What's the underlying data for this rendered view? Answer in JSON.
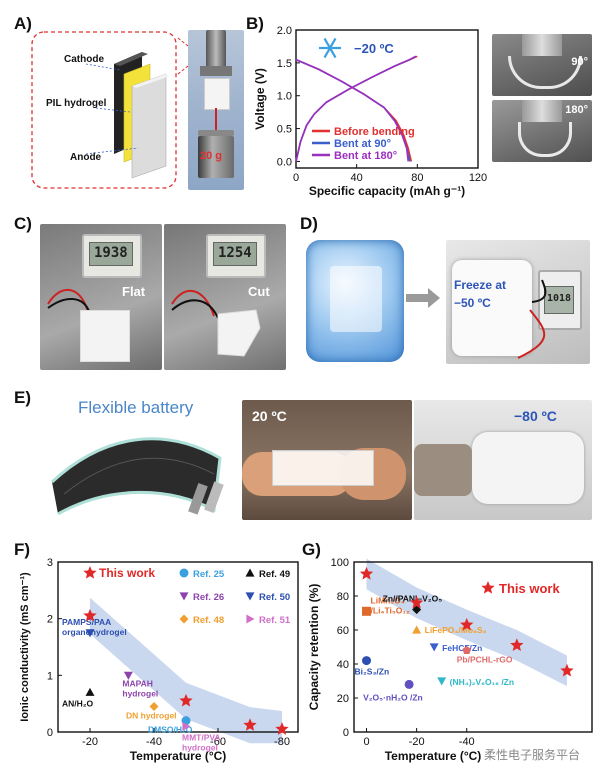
{
  "panels": {
    "a": {
      "label": "A)",
      "cathode": "Cathode",
      "pil": "PIL hydrogel",
      "anode": "Anode",
      "weight": "20 g"
    },
    "b": {
      "label": "B)",
      "temp": "−20 ºC",
      "angle90": "90°",
      "angle180": "180°"
    },
    "c": {
      "label": "C)",
      "flat": "Flat",
      "cut": "Cut",
      "lcd1": "1938",
      "lcd2": "1254"
    },
    "d": {
      "label": "D)",
      "freeze_line1": "Freeze at",
      "freeze_line2": "−50 ºC",
      "lcd": "1018"
    },
    "e": {
      "label": "E)",
      "flex": "Flexible battery",
      "t1": "20 ºC",
      "t2": "−80 ºC"
    },
    "f": {
      "label": "F)"
    },
    "g": {
      "label": "G)"
    }
  },
  "watermark": "柔性电子服务平台",
  "chart_data": [
    {
      "id": "B",
      "type": "line",
      "title": "",
      "xlabel": "Specific capacity (mAh g⁻¹)",
      "ylabel": "Voltage (V)",
      "xlim": [
        0,
        120
      ],
      "ylim": [
        -0.1,
        2.0
      ],
      "xticks": [
        0,
        40,
        80,
        120
      ],
      "yticks": [
        0.0,
        0.5,
        1.0,
        1.5,
        2.0
      ],
      "colors": [
        "#e03030",
        "#3a5fcd",
        "#9b30c0"
      ],
      "series": [
        {
          "name": "Before bending",
          "charge": [
            [
              0,
              0.0
            ],
            [
              3,
              0.3
            ],
            [
              7,
              0.55
            ],
            [
              12,
              0.72
            ],
            [
              20,
              0.9
            ],
            [
              35,
              1.1
            ],
            [
              50,
              1.28
            ],
            [
              65,
              1.45
            ],
            [
              75,
              1.55
            ],
            [
              80,
              1.6
            ]
          ],
          "discharge": [
            [
              0,
              1.55
            ],
            [
              5,
              1.5
            ],
            [
              15,
              1.4
            ],
            [
              30,
              1.22
            ],
            [
              45,
              1.02
            ],
            [
              58,
              0.82
            ],
            [
              66,
              0.62
            ],
            [
              71,
              0.4
            ],
            [
              74,
              0.2
            ],
            [
              76,
              0.0
            ]
          ]
        },
        {
          "name": "Bent at 90°",
          "charge": [
            [
              0,
              0.0
            ],
            [
              3,
              0.3
            ],
            [
              7,
              0.55
            ],
            [
              12,
              0.72
            ],
            [
              20,
              0.9
            ],
            [
              35,
              1.1
            ],
            [
              50,
              1.28
            ],
            [
              65,
              1.45
            ],
            [
              75,
              1.55
            ],
            [
              79,
              1.6
            ]
          ],
          "discharge": [
            [
              0,
              1.55
            ],
            [
              5,
              1.5
            ],
            [
              15,
              1.4
            ],
            [
              30,
              1.22
            ],
            [
              45,
              1.02
            ],
            [
              58,
              0.82
            ],
            [
              65,
              0.62
            ],
            [
              70,
              0.4
            ],
            [
              73,
              0.2
            ],
            [
              75,
              0.0
            ]
          ]
        },
        {
          "name": "Bent at 180°",
          "charge": [
            [
              0,
              0.0
            ],
            [
              3,
              0.3
            ],
            [
              7,
              0.55
            ],
            [
              12,
              0.72
            ],
            [
              20,
              0.9
            ],
            [
              35,
              1.1
            ],
            [
              50,
              1.28
            ],
            [
              65,
              1.45
            ],
            [
              75,
              1.55
            ],
            [
              79,
              1.6
            ]
          ],
          "discharge": [
            [
              0,
              1.55
            ],
            [
              5,
              1.5
            ],
            [
              15,
              1.4
            ],
            [
              30,
              1.22
            ],
            [
              45,
              1.02
            ],
            [
              58,
              0.82
            ],
            [
              65,
              0.62
            ],
            [
              70,
              0.4
            ],
            [
              73,
              0.2
            ],
            [
              74,
              0.0
            ]
          ]
        }
      ]
    },
    {
      "id": "F",
      "type": "scatter",
      "title": "",
      "xlabel": "Temperature (°C)",
      "ylabel": "Ionic conductivity (mS cm⁻¹)",
      "xlim": [
        -10,
        -85
      ],
      "ylim": [
        0,
        3
      ],
      "xticks": [
        -20,
        -40,
        -60,
        -80
      ],
      "yticks": [
        0,
        1,
        2,
        3
      ],
      "legend": [
        {
          "name": "This work",
          "marker": "star",
          "color": "#e02828"
        },
        {
          "name": "Ref. 25",
          "marker": "circle",
          "color": "#3aa0e0"
        },
        {
          "name": "Ref. 49",
          "marker": "tri-up",
          "color": "#111111"
        },
        {
          "name": "Ref. 26",
          "marker": "tri-down",
          "color": "#8e44ad"
        },
        {
          "name": "Ref. 50",
          "marker": "tri-down",
          "color": "#2c4fb0"
        },
        {
          "name": "Ref. 48",
          "marker": "diamond",
          "color": "#f0a030"
        },
        {
          "name": "Ref. 51",
          "marker": "tri-right",
          "color": "#d070c8"
        }
      ],
      "this_work": [
        [
          -20,
          2.05
        ],
        [
          -50,
          0.55
        ],
        [
          -70,
          0.12
        ],
        [
          -80,
          0.05
        ]
      ],
      "refs": [
        {
          "label": "PAMPS/PAA organohydrogel",
          "x": -20,
          "y": 1.75,
          "marker": "tri-down",
          "color": "#2c4fb0"
        },
        {
          "label": "MAPAH hydrogel",
          "x": -32,
          "y": 1.0,
          "marker": "tri-down",
          "color": "#8e44ad"
        },
        {
          "label": "AN/H₂O",
          "x": -20,
          "y": 0.7,
          "marker": "tri-up",
          "color": "#111111"
        },
        {
          "label": "DN hydrogel",
          "x": -40,
          "y": 0.45,
          "marker": "diamond",
          "color": "#f0a030"
        },
        {
          "label": "DMSO/H₂O",
          "x": -50,
          "y": 0.2,
          "marker": "circle",
          "color": "#3aa0e0"
        },
        {
          "label": "MMT/PVA hydrogel",
          "x": -50,
          "y": 0.1,
          "marker": "tri-right",
          "color": "#d070c8"
        }
      ]
    },
    {
      "id": "G",
      "type": "scatter",
      "title": "",
      "xlabel": "Temperature (°C)",
      "ylabel": "Capacity retention (%)",
      "xlim": [
        5,
        -90
      ],
      "ylim": [
        0,
        100
      ],
      "xticks": [
        0,
        -20,
        -40
      ],
      "yticks": [
        0,
        20,
        40,
        60,
        80,
        100
      ],
      "legend": [
        {
          "name": "This work",
          "marker": "star",
          "color": "#e02828"
        }
      ],
      "this_work": [
        [
          0,
          93
        ],
        [
          -20,
          76
        ],
        [
          -40,
          63
        ],
        [
          -60,
          51
        ],
        [
          -80,
          36
        ]
      ],
      "refs": [
        {
          "label": "LiMn₂O₄ /Li₄Ti₅O₁₂",
          "x": 0,
          "y": 71,
          "marker": "square",
          "color": "#e0682a"
        },
        {
          "label": "Zn//PANI–V₂O₅",
          "x": -20,
          "y": 72,
          "marker": "diamond",
          "color": "#111111"
        },
        {
          "label": "LiFePO₄/Mo₆S₈",
          "x": -20,
          "y": 60,
          "marker": "tri-up",
          "color": "#f0a030"
        },
        {
          "label": "FeHCF/Zn",
          "x": -27,
          "y": 50,
          "marker": "tri-down",
          "color": "#3a5fcd"
        },
        {
          "label": "Pb/PCHL-rGO",
          "x": -40,
          "y": 48,
          "marker": "pentagon",
          "color": "#e06a6a"
        },
        {
          "label": "Bi₂S₃/Zn",
          "x": 0,
          "y": 42,
          "marker": "circle",
          "color": "#2c4fb0"
        },
        {
          "label": "(NH₄)₂V₆O₁₆ /Zn",
          "x": -30,
          "y": 30,
          "marker": "tri-down",
          "color": "#30b8c8"
        },
        {
          "label": "V₂O₅·nH₂O /Zn",
          "x": -17,
          "y": 28,
          "marker": "circle",
          "color": "#6050c0"
        }
      ]
    }
  ]
}
